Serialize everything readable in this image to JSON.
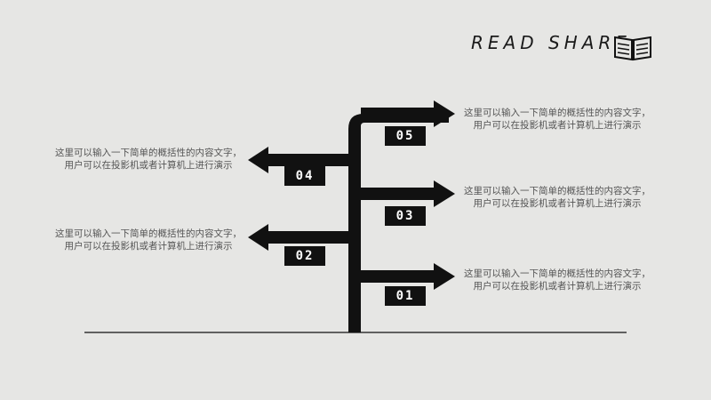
{
  "header": {
    "title": "READ SHARE",
    "icon": "book-icon"
  },
  "colors": {
    "background": "#e6e6e4",
    "arrow": "#111111",
    "text": "#555555"
  },
  "steps": [
    {
      "number": "01",
      "side": "right",
      "text": "这里可以输入一下简单的概括性的内容文字，用户可以在投影机或者计算机上进行演示"
    },
    {
      "number": "02",
      "side": "left",
      "text": "这里可以输入一下简单的概括性的内容文字，用户可以在投影机或者计算机上进行演示"
    },
    {
      "number": "03",
      "side": "right",
      "text": "这里可以输入一下简单的概括性的内容文字，用户可以在投影机或者计算机上进行演示"
    },
    {
      "number": "04",
      "side": "left",
      "text": "这里可以输入一下简单的概括性的内容文字，用户可以在投影机或者计算机上进行演示"
    },
    {
      "number": "05",
      "side": "right",
      "text": "这里可以输入一下简单的概括性的内容文字，用户可以在投影机或者计算机上进行演示"
    }
  ]
}
